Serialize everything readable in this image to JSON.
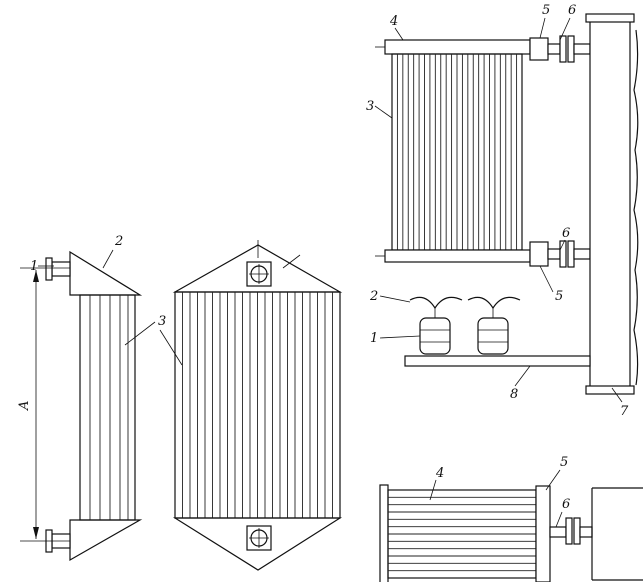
{
  "labels": {
    "left": {
      "n1": "1",
      "n2": "2",
      "n3": "3",
      "dimA": "A"
    },
    "right_top": {
      "n4": "4",
      "n5a": "5",
      "n6a": "6",
      "n3": "3",
      "n6b": "6",
      "n5b": "5",
      "n2": "2",
      "n1": "1",
      "n8": "8",
      "n7": "7"
    },
    "right_bottom": {
      "n4": "4",
      "n5": "5",
      "n6": "6"
    }
  },
  "icons": [
    "flange-icon",
    "fan-motor-icon",
    "steam-header-icon"
  ]
}
